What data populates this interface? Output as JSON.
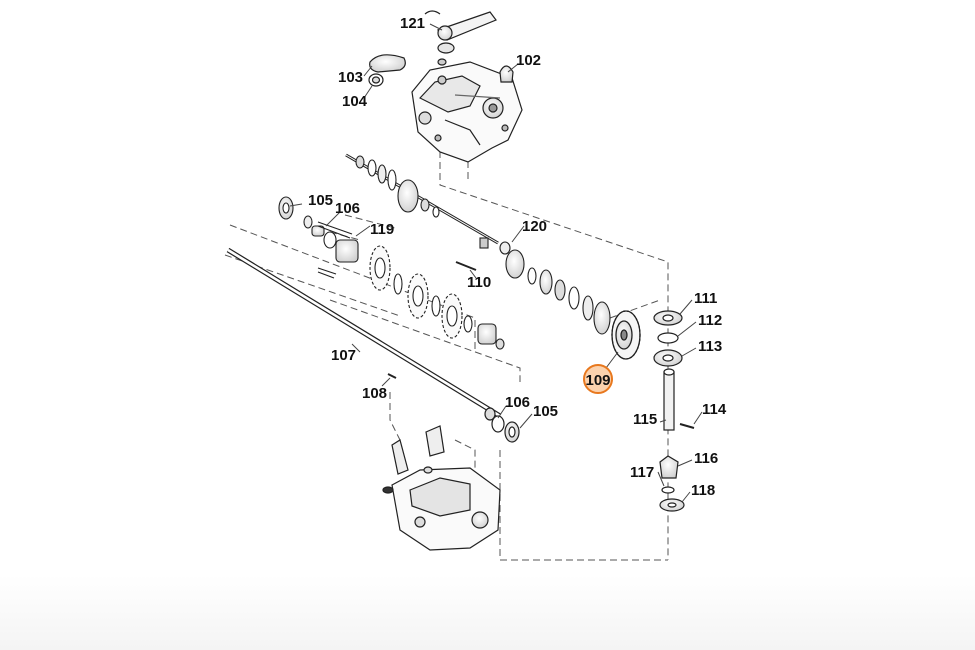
{
  "diagram": {
    "highlight_color": "#e8781e",
    "highlight_fill": "#fbd2ae",
    "line_color": "#222222",
    "leader_color": "#444444",
    "highlighted": "109",
    "callouts": {
      "c121": "121",
      "c102": "102",
      "c103": "103",
      "c104": "104",
      "c105a": "105",
      "c106a": "106",
      "c119": "119",
      "c120": "120",
      "c110": "110",
      "c107": "107",
      "c108": "108",
      "c109": "109",
      "c111": "111",
      "c112": "112",
      "c113": "113",
      "c114": "114",
      "c115": "115",
      "c116": "116",
      "c117": "117",
      "c118": "118",
      "c106b": "106",
      "c105b": "105"
    }
  }
}
